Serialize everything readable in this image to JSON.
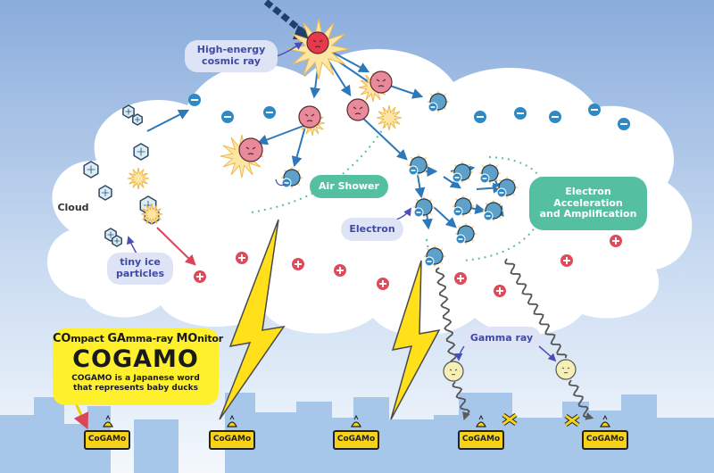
{
  "labels": {
    "cosmic_ray": "High-energy\ncosmic ray",
    "cloud": "Cloud",
    "ice": "tiny ice\nparticles",
    "air_shower": "Air Shower",
    "electron": "Electron",
    "acceleration": "Electron\nAcceleration\nand Amplification",
    "gamma_ray": "Gamma ray"
  },
  "cogamo": {
    "subtitle_parts": [
      "CO",
      "mpact ",
      "GA",
      "mma-ray ",
      "MO",
      "nitor"
    ],
    "title": "COGAMO",
    "note": "COGAMO is a Japanese word\nthat represents baby ducks"
  },
  "detectors": [
    "CoGAMo",
    "CoGAMo",
    "CoGAMo",
    "CoGAMo",
    "CoGAMo"
  ],
  "colors": {
    "sky_top": "#8fb0de",
    "sky_bottom": "#f4f8fd",
    "building": "#9ec1e8",
    "cloud": "#ffffff",
    "cosmic_particle": "#e88a9a",
    "electron": "#5fa0c9",
    "negative_charge": "#2f89c5",
    "positive_charge": "#e04b5b",
    "lightning": "#ffe01a",
    "label_bubble": "#dfe3f6",
    "green_bubble": "#55bfa2",
    "cogamo_box": "#fff02e",
    "detector": "#f6d21a",
    "gamma_photon": "#f6efb5"
  }
}
